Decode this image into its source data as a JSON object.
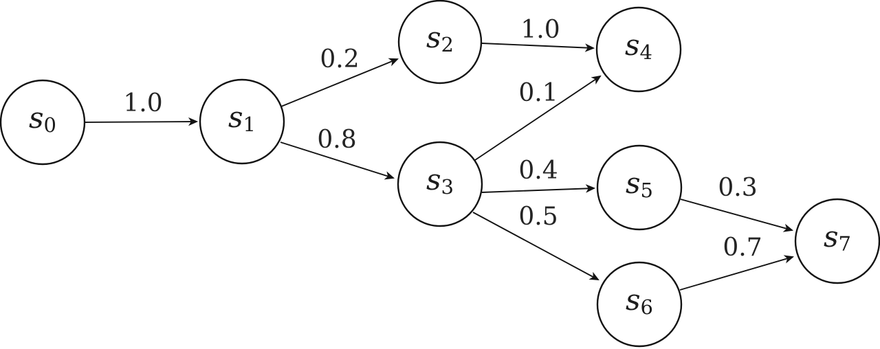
{
  "diagram": {
    "kind": "state-transition-graph",
    "background_color": "#ffffff",
    "stroke_color": "#131313",
    "text_color": "#1c1c1c",
    "nodes": [
      {
        "id": "s0",
        "label": "s",
        "sub": "0"
      },
      {
        "id": "s1",
        "label": "s",
        "sub": "1"
      },
      {
        "id": "s2",
        "label": "s",
        "sub": "2"
      },
      {
        "id": "s3",
        "label": "s",
        "sub": "3"
      },
      {
        "id": "s4",
        "label": "s",
        "sub": "4"
      },
      {
        "id": "s5",
        "label": "s",
        "sub": "5"
      },
      {
        "id": "s6",
        "label": "s",
        "sub": "6"
      },
      {
        "id": "s7",
        "label": "s",
        "sub": "7"
      }
    ],
    "edges": [
      {
        "from": "s0",
        "to": "s1",
        "prob": "1.0"
      },
      {
        "from": "s1",
        "to": "s2",
        "prob": "0.2"
      },
      {
        "from": "s1",
        "to": "s3",
        "prob": "0.8"
      },
      {
        "from": "s2",
        "to": "s4",
        "prob": "1.0"
      },
      {
        "from": "s3",
        "to": "s4",
        "prob": "0.1"
      },
      {
        "from": "s3",
        "to": "s5",
        "prob": "0.4"
      },
      {
        "from": "s3",
        "to": "s6",
        "prob": "0.5"
      },
      {
        "from": "s5",
        "to": "s7",
        "prob": "0.3"
      },
      {
        "from": "s6",
        "to": "s7",
        "prob": "0.7"
      }
    ]
  }
}
